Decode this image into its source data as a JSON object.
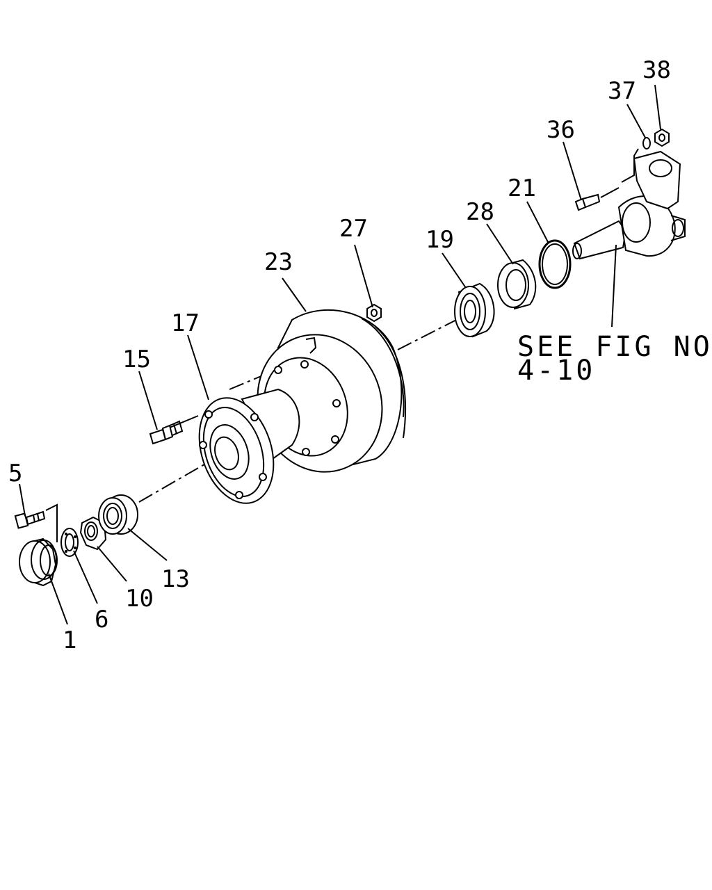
{
  "callouts": {
    "c1": "1",
    "c5": "5",
    "c6": "6",
    "c10": "10",
    "c13": "13",
    "c15": "15",
    "c17": "17",
    "c19": "19",
    "c21": "21",
    "c23": "23",
    "c27": "27",
    "c28": "28",
    "c36": "36",
    "c37": "37",
    "c38": "38"
  },
  "note": {
    "line1": "SEE FIG NO.",
    "line2": "4-10"
  }
}
